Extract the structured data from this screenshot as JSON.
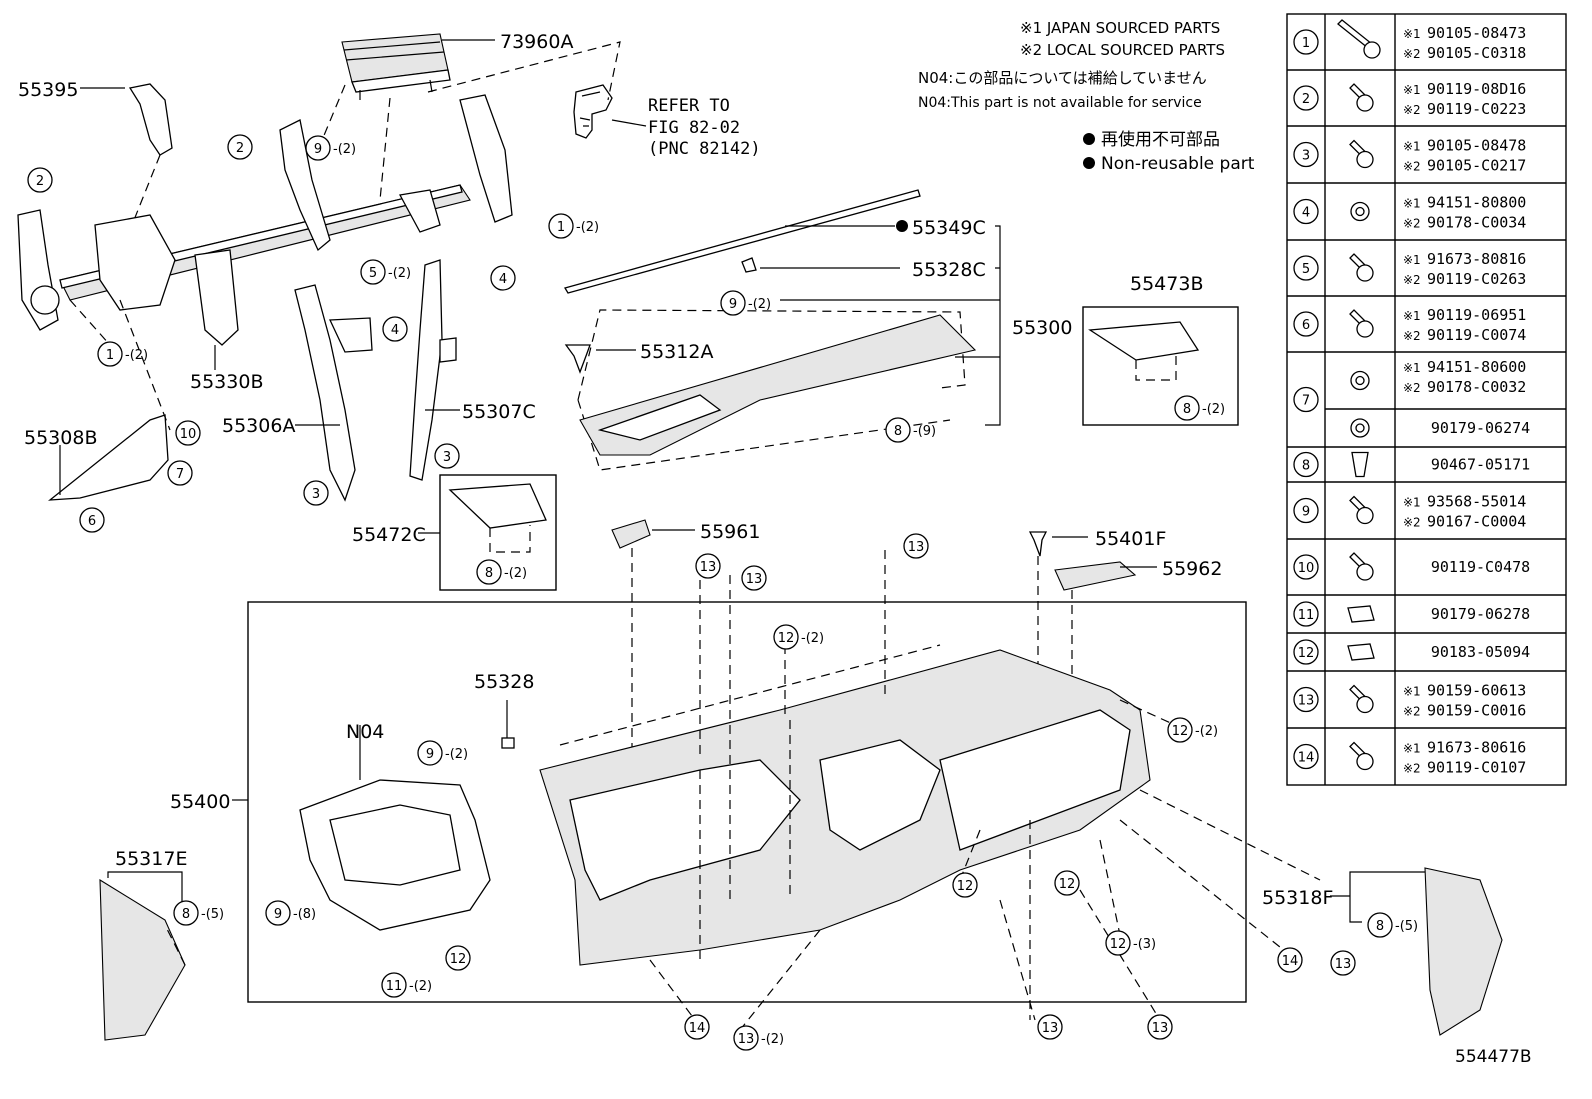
{
  "notes": {
    "japan": "※1 JAPAN SOURCED PARTS",
    "local": "※2 LOCAL SOURCED PARTS",
    "n04_jp": "N04:この部品については補給していません",
    "n04_en": "N04:This part is not available for service",
    "nonreuse_jp": "再使用不可部品",
    "nonreuse_en": "Non-reusable part",
    "refer1": "REFER TO",
    "refer2": "FIG 82-02",
    "refer3": "(PNC 82142)"
  },
  "labels": {
    "p73960A": "73960A",
    "p55395": "55395",
    "p55330B": "55330B",
    "p55306A": "55306A",
    "p55307C": "55307C",
    "p55308B": "55308B",
    "p55472C": "55472C",
    "p55349C": "55349C",
    "p55328C": "55328C",
    "p55300": "55300",
    "p55312A": "55312A",
    "p55473B": "55473B",
    "p55961": "55961",
    "p55401F": "55401F",
    "p55962": "55962",
    "p55328": "55328",
    "pN04": "N04",
    "p55400": "55400",
    "p55317E": "55317E",
    "p55318F": "55318F",
    "figure_id": "554477B"
  },
  "callouts": [
    {
      "n": "1",
      "q": "-(2)"
    },
    {
      "n": "1",
      "q": "-(2)"
    },
    {
      "n": "2",
      "q": ""
    },
    {
      "n": "2",
      "q": ""
    },
    {
      "n": "9",
      "q": "-(2)"
    },
    {
      "n": "5",
      "q": "-(2)"
    },
    {
      "n": "4",
      "q": ""
    },
    {
      "n": "4",
      "q": ""
    },
    {
      "n": "10",
      "q": ""
    },
    {
      "n": "7",
      "q": ""
    },
    {
      "n": "6",
      "q": ""
    },
    {
      "n": "3",
      "q": ""
    },
    {
      "n": "3",
      "q": ""
    },
    {
      "n": "8",
      "q": "-(2)"
    },
    {
      "n": "9",
      "q": "-(2)"
    },
    {
      "n": "8",
      "q": "-(9)"
    },
    {
      "n": "8",
      "q": "-(2)"
    },
    {
      "n": "13",
      "q": ""
    },
    {
      "n": "13",
      "q": ""
    },
    {
      "n": "13",
      "q": ""
    },
    {
      "n": "12",
      "q": "-(2)"
    },
    {
      "n": "9",
      "q": "-(2)"
    },
    {
      "n": "12",
      "q": "-(2)"
    },
    {
      "n": "9",
      "q": "-(8)"
    },
    {
      "n": "8",
      "q": "-(5)"
    },
    {
      "n": "12",
      "q": ""
    },
    {
      "n": "11",
      "q": "-(2)"
    },
    {
      "n": "12",
      "q": ""
    },
    {
      "n": "12",
      "q": ""
    },
    {
      "n": "12",
      "q": "-(3)"
    },
    {
      "n": "14",
      "q": ""
    },
    {
      "n": "13",
      "q": ""
    },
    {
      "n": "8",
      "q": "-(5)"
    },
    {
      "n": "14",
      "q": ""
    },
    {
      "n": "13",
      "q": "-(2)"
    },
    {
      "n": "13",
      "q": ""
    },
    {
      "n": "13",
      "q": ""
    }
  ],
  "fastener_table": [
    {
      "no": "1",
      "parts": [
        {
          "m": "※1",
          "pn": "90105-08473"
        },
        {
          "m": "※2",
          "pn": "90105-C0318"
        }
      ]
    },
    {
      "no": "2",
      "parts": [
        {
          "m": "※1",
          "pn": "90119-08D16"
        },
        {
          "m": "※2",
          "pn": "90119-C0223"
        }
      ]
    },
    {
      "no": "3",
      "parts": [
        {
          "m": "※1",
          "pn": "90105-08478"
        },
        {
          "m": "※2",
          "pn": "90105-C0217"
        }
      ]
    },
    {
      "no": "4",
      "parts": [
        {
          "m": "※1",
          "pn": "94151-80800"
        },
        {
          "m": "※2",
          "pn": "90178-C0034"
        }
      ]
    },
    {
      "no": "5",
      "parts": [
        {
          "m": "※1",
          "pn": "91673-80816"
        },
        {
          "m": "※2",
          "pn": "90119-C0263"
        }
      ]
    },
    {
      "no": "6",
      "parts": [
        {
          "m": "※1",
          "pn": "90119-06951"
        },
        {
          "m": "※2",
          "pn": "90119-C0074"
        }
      ]
    },
    {
      "no": "7",
      "parts": [
        {
          "m": "※1",
          "pn": "94151-80600"
        },
        {
          "m": "※2",
          "pn": "90178-C0032"
        }
      ],
      "extra": "90179-06274"
    },
    {
      "no": "8",
      "parts": [
        {
          "m": "",
          "pn": "90467-05171"
        }
      ]
    },
    {
      "no": "9",
      "parts": [
        {
          "m": "※1",
          "pn": "93568-55014"
        },
        {
          "m": "※2",
          "pn": "90167-C0004"
        }
      ]
    },
    {
      "no": "10",
      "parts": [
        {
          "m": "",
          "pn": "90119-C0478"
        }
      ]
    },
    {
      "no": "11",
      "parts": [
        {
          "m": "",
          "pn": "90179-06278"
        }
      ]
    },
    {
      "no": "12",
      "parts": [
        {
          "m": "",
          "pn": "90183-05094"
        }
      ]
    },
    {
      "no": "13",
      "parts": [
        {
          "m": "※1",
          "pn": "90159-60613"
        },
        {
          "m": "※2",
          "pn": "90159-C0016"
        }
      ]
    },
    {
      "no": "14",
      "parts": [
        {
          "m": "※1",
          "pn": "91673-80616"
        },
        {
          "m": "※2",
          "pn": "90119-C0107"
        }
      ]
    }
  ]
}
